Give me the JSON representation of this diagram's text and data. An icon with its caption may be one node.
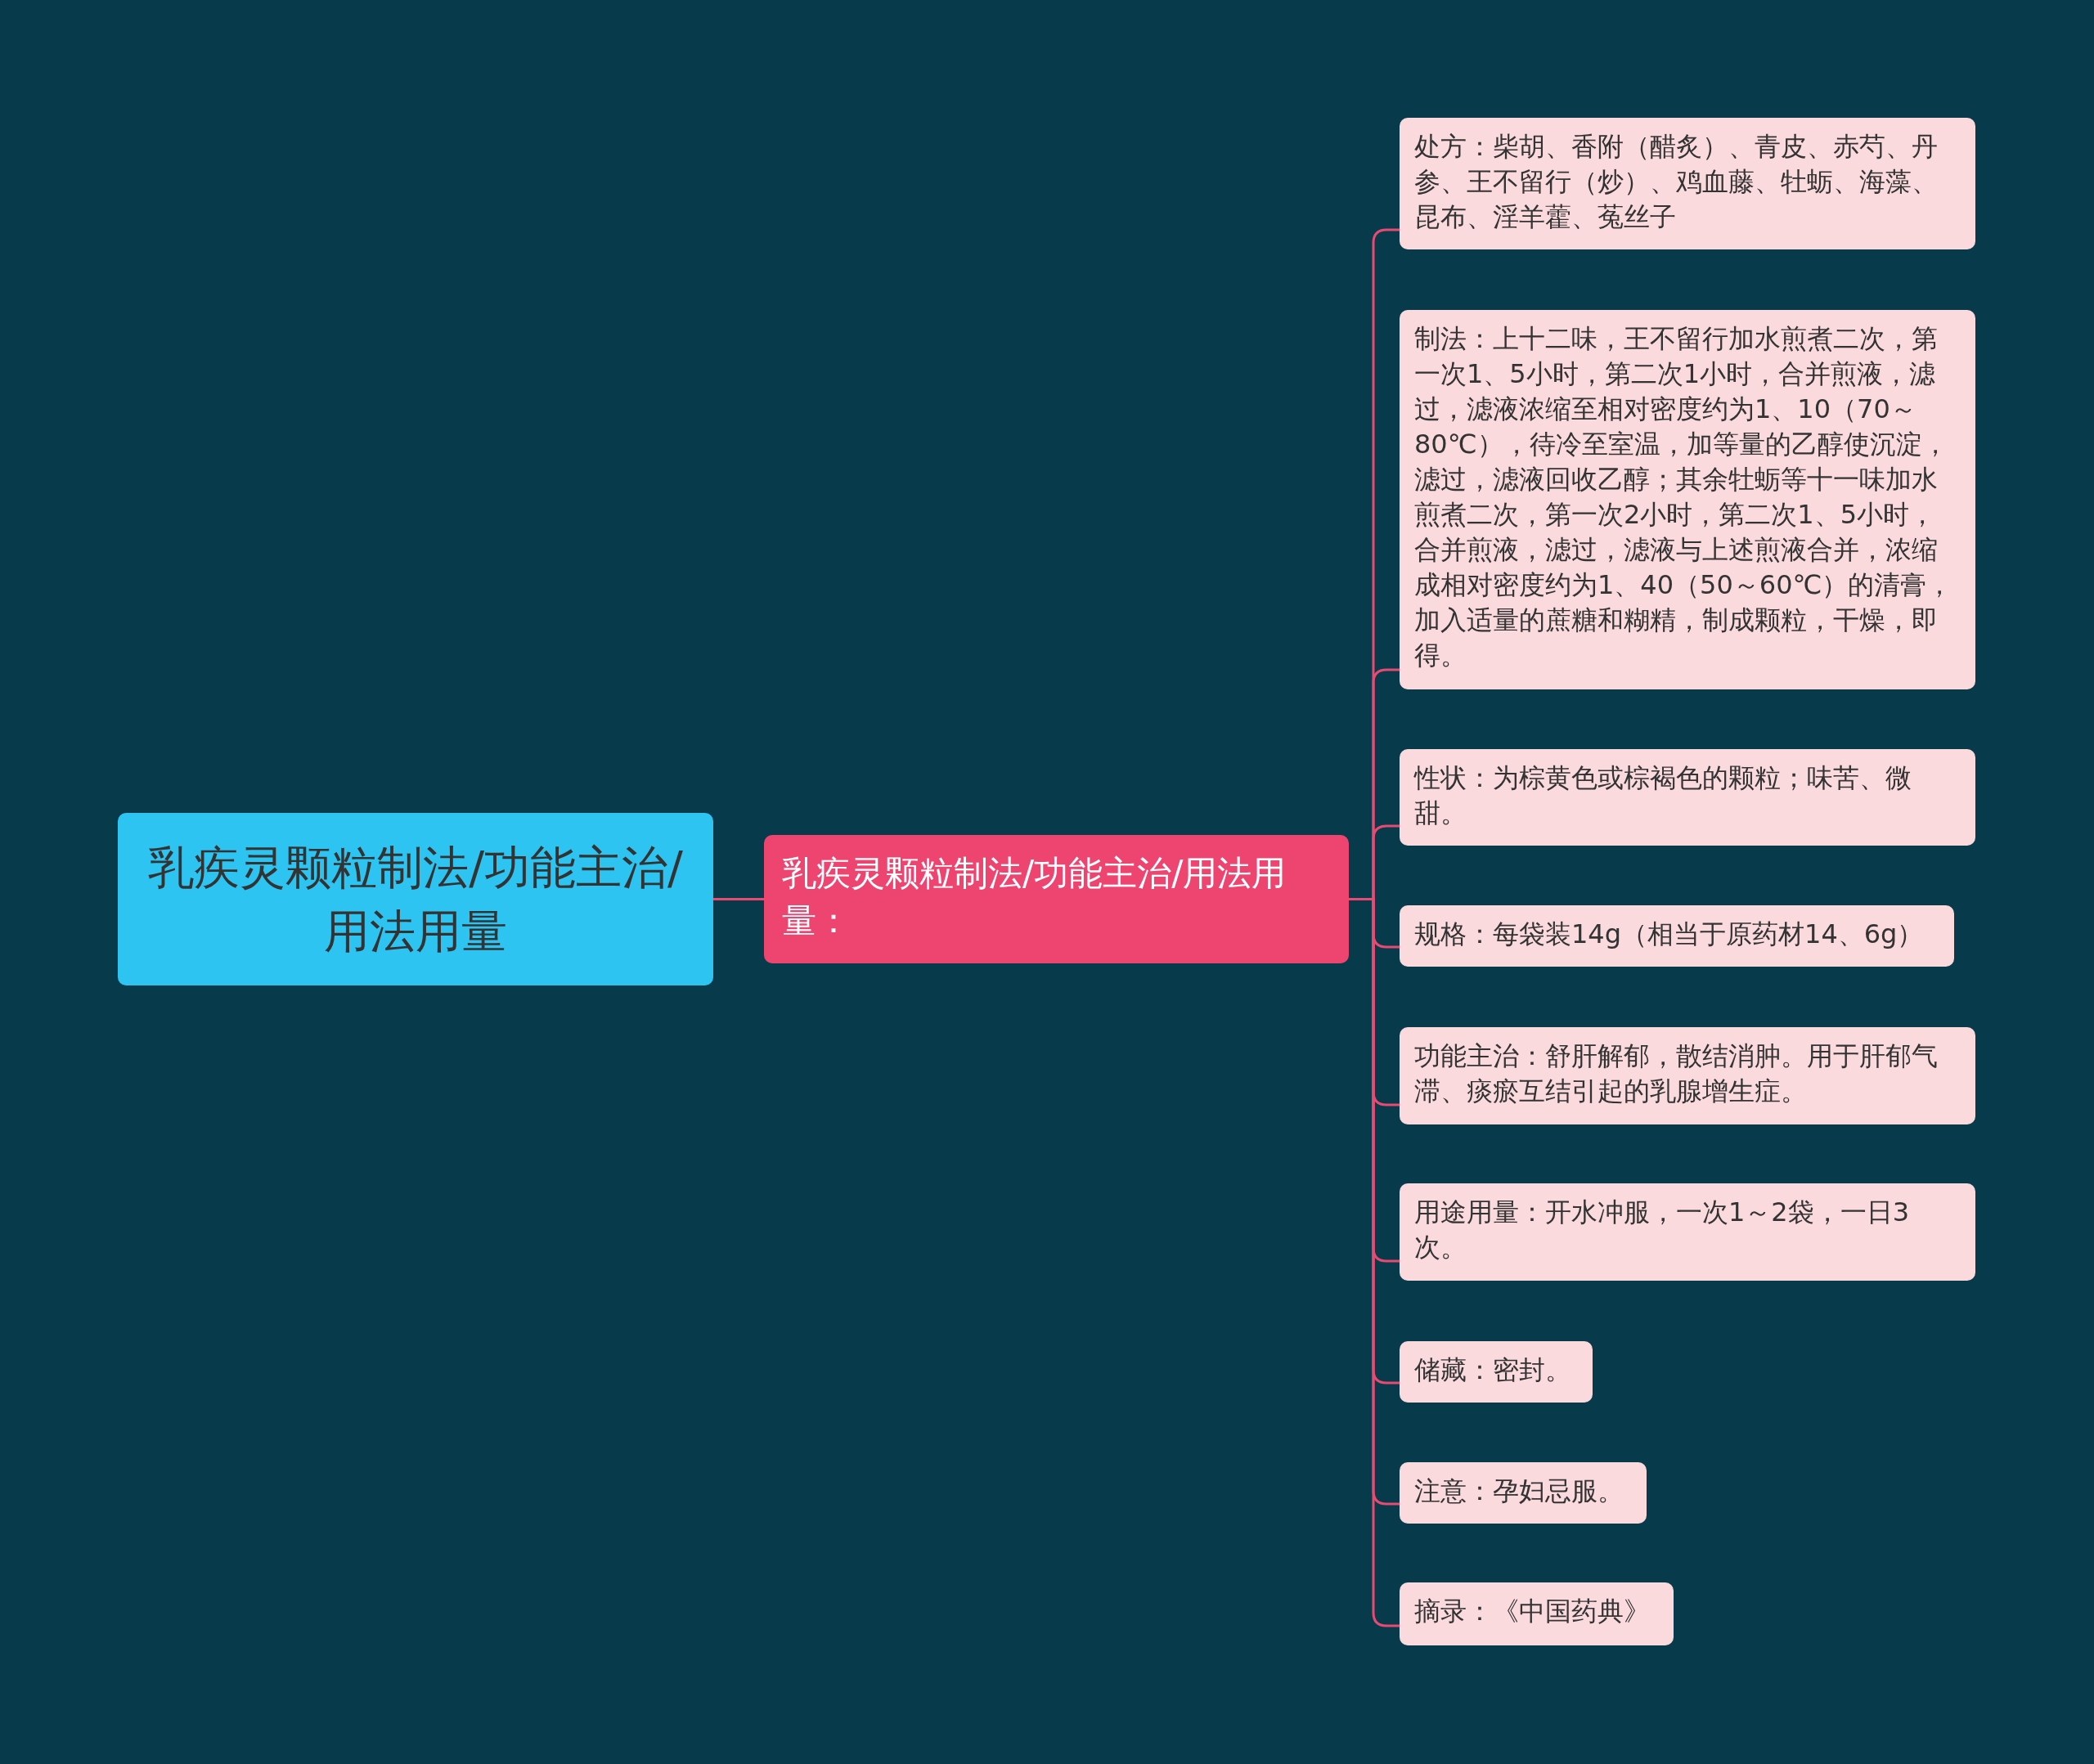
{
  "diagram": {
    "nodes": [
      {
        "text": [
          "乳疾灵颗粒制法/功能主治/用法用量"
        ]
      },
      {
        "text": [
          "乳疾灵颗粒制法/功能主治/用法用量："
        ]
      },
      {
        "text": [
          "处方：柴胡、香附（醋炙）、青皮、赤芍、丹参、王不留行（炒）、鸡血藤、牡蛎、海藻、昆布、淫羊藿、菟丝子"
        ]
      },
      {
        "text": [
          "制法：上十二味，王不留行加水煎煮二次，第一次1、5小时，第二次1小时，合并煎液，滤过，滤液浓缩至相对密度约为1、10（70～80℃），待冷至室温，加等量的乙醇使沉淀，滤过，滤液回收乙醇；其余牡蛎等十一味加水煎煮二次，第一次2小时，第二次1、5小时，合并煎液，滤过，滤液与上述煎液合并，浓缩成相对密度约为1、40（50～60℃）的清膏，加入适量的蔗糖和糊精，制成颗粒，干燥，即得。"
        ]
      },
      {
        "text": [
          "性状：为棕黄色或棕褐色的颗粒；味苦、微甜。"
        ]
      },
      {
        "text": [
          "规格：每袋装14g（相当于原药材14、6g）"
        ]
      },
      {
        "text": [
          "功能主治：舒肝解郁，散结消肿。用于肝郁气滞、痰瘀互结引起的乳腺增生症。"
        ]
      },
      {
        "text": [
          "用途用量：开水冲服，一次1～2袋，一日3次。"
        ]
      },
      {
        "text": [
          "储藏：密封。"
        ]
      },
      {
        "text": [
          "注意：孕妇忌服。"
        ]
      },
      {
        "text": [
          "摘录：《中国药典》"
        ]
      }
    ],
    "edges": [
      {
        "from": 0,
        "to": 1,
        "arrow": "none"
      },
      {
        "from": 1,
        "to": 2,
        "arrow": "none"
      },
      {
        "from": 1,
        "to": 3,
        "arrow": "none"
      },
      {
        "from": 1,
        "to": 4,
        "arrow": "none"
      },
      {
        "from": 1,
        "to": 5,
        "arrow": "none"
      },
      {
        "from": 1,
        "to": 6,
        "arrow": "none"
      },
      {
        "from": 1,
        "to": 7,
        "arrow": "none"
      },
      {
        "from": 1,
        "to": 8,
        "arrow": "none"
      },
      {
        "from": 1,
        "to": 9,
        "arrow": "none"
      },
      {
        "from": 1,
        "to": 10,
        "arrow": "none"
      }
    ]
  }
}
